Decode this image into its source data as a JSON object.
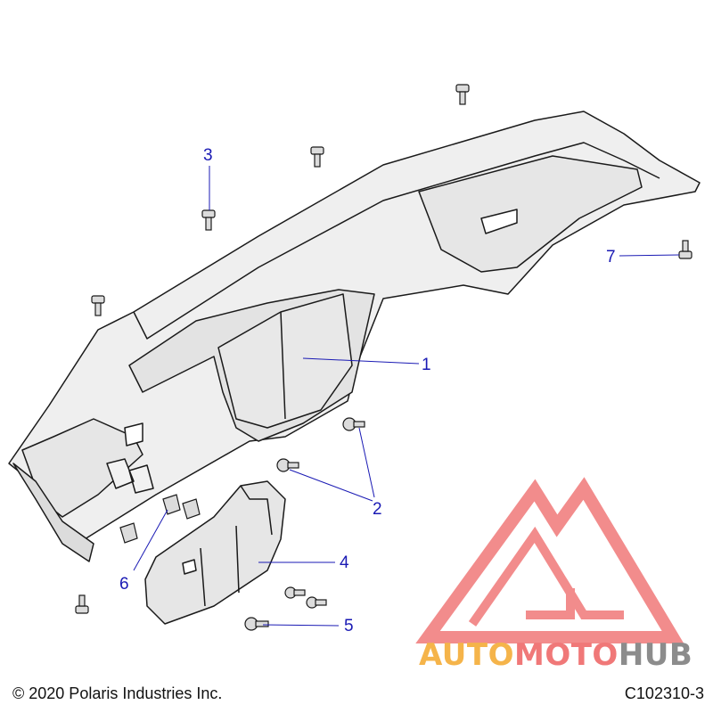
{
  "footer": {
    "copyright": "© 2020 Polaris Industries Inc.",
    "diagram_code": "C102310-3"
  },
  "callouts": [
    "1",
    "2",
    "3",
    "4",
    "5",
    "6",
    "7"
  ],
  "watermark": {
    "part1": "AUTO",
    "part2": "MOTO",
    "part3": "HUB",
    "color_orange": "#f5b44a",
    "color_red": "#f07878",
    "color_gray": "#8c8c8c"
  },
  "colors": {
    "line": "#1a1a1a",
    "callout": "#1a1ab4",
    "part_fill": "#e6e6e6"
  }
}
